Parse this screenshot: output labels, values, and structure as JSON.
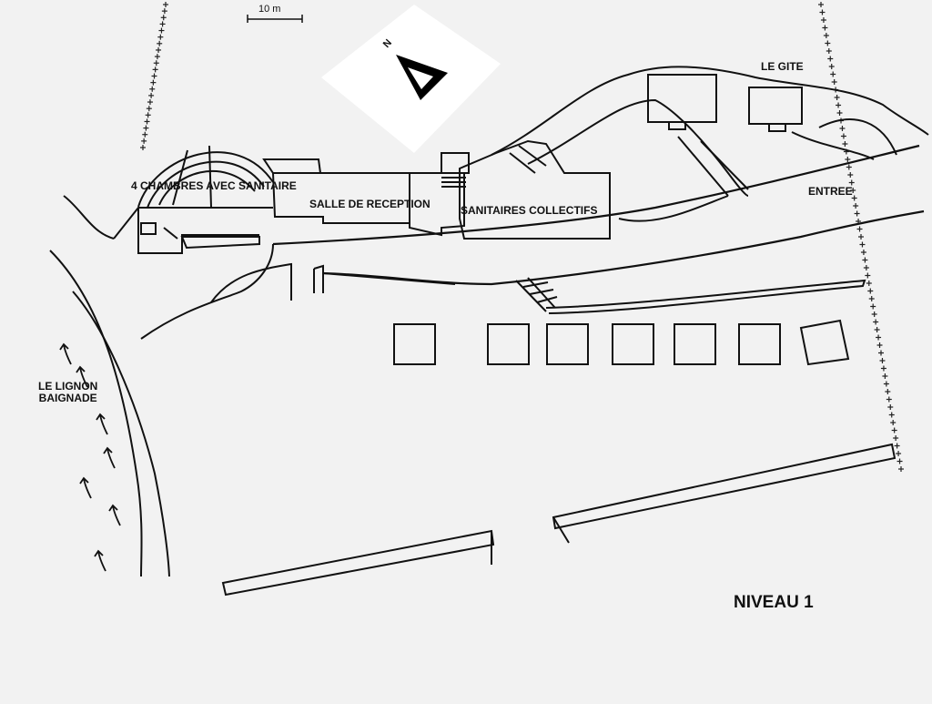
{
  "scale_bar": {
    "label": "10 m"
  },
  "compass": {
    "label": "N"
  },
  "labels": {
    "chambres": "4 CHAMBRES AVEC SANITAIRE",
    "reception": "SALLE DE RECEPTION",
    "sanitaires": "SANITAIRES COLLECTIFS",
    "gite": "LE GITE",
    "entree": "ENTREE",
    "river_line1": "LE LIGNON",
    "river_line2": "BAIGNADE",
    "level": "NIVEAU 1"
  }
}
